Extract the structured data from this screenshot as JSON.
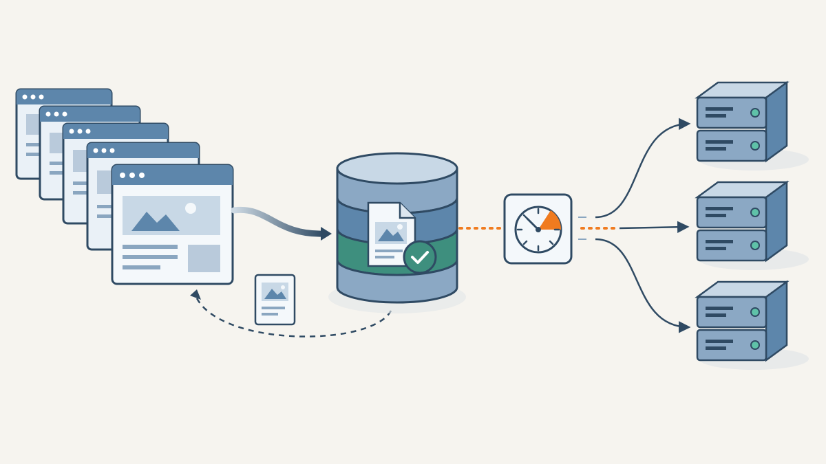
{
  "diagram": {
    "kind": "cache-flow-illustration",
    "labels": [],
    "nodes": [
      {
        "id": "browser-window-stack",
        "count": 5,
        "icon": "browser-window-icon"
      },
      {
        "id": "cache-database",
        "icon": "database-icon",
        "badge": "check-icon"
      },
      {
        "id": "ttl-timer",
        "icon": "stopwatch-icon"
      },
      {
        "id": "server-rack",
        "count": 3,
        "icon": "server-icon"
      }
    ],
    "connections": [
      {
        "from": "browser-window-stack",
        "to": "cache-database",
        "style": "solid-gradient"
      },
      {
        "from": "cache-database",
        "to": "browser-window-stack",
        "style": "dashed",
        "carries": "document-icon"
      },
      {
        "from": "cache-database",
        "to": "ttl-timer",
        "style": "dotted"
      },
      {
        "from": "ttl-timer",
        "to": "server-rack",
        "style": "dotted-then-branching"
      }
    ]
  },
  "colors": {
    "background": "#f6f4ef",
    "outline": "#2f4a63",
    "primary": "#5d86ab",
    "light": "#c8d8e6",
    "pale": "#eaf1f7",
    "accent_green": "#3e8f7e",
    "accent_orange": "#f07b1f"
  }
}
